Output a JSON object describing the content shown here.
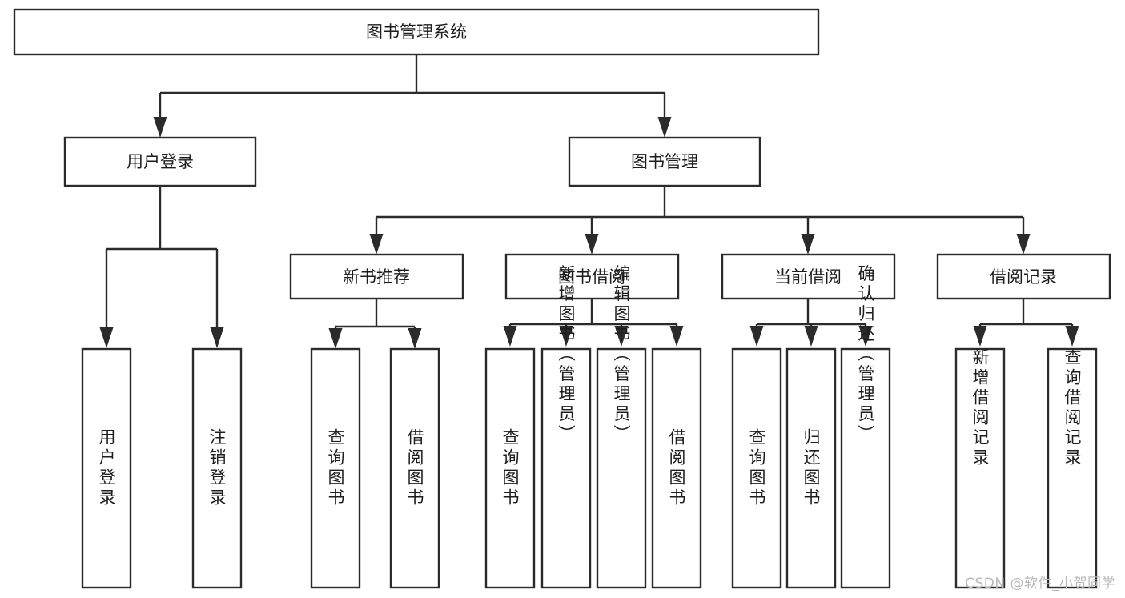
{
  "diagram": {
    "type": "tree-hierarchy-chart",
    "title": "图书管理系统",
    "watermark": "CSDN @软件_小贺同学",
    "colors": {
      "box_stroke": "#2b2b2b",
      "box_fill": "#ffffff",
      "text": "#1d1d1d",
      "connector": "#2b2b2b",
      "watermark": "#b9b9b9",
      "background": "#ffffff"
    },
    "levels": [
      {
        "level": 1,
        "nodes": [
          {
            "id": "root",
            "label": "图书管理系统",
            "orientation": "horizontal"
          }
        ]
      },
      {
        "level": 2,
        "nodes": [
          {
            "id": "login",
            "label": "用户登录",
            "orientation": "horizontal",
            "parent": "root"
          },
          {
            "id": "bookmgmt",
            "label": "图书管理",
            "orientation": "horizontal",
            "parent": "root"
          }
        ]
      },
      {
        "level": 3,
        "nodes": [
          {
            "id": "newbook",
            "label": "新书推荐",
            "orientation": "horizontal",
            "parent": "bookmgmt"
          },
          {
            "id": "borrow",
            "label": "图书借阅",
            "orientation": "horizontal",
            "parent": "bookmgmt"
          },
          {
            "id": "current",
            "label": "当前借阅",
            "orientation": "horizontal",
            "parent": "bookmgmt"
          },
          {
            "id": "record",
            "label": "借阅记录",
            "orientation": "horizontal",
            "parent": "bookmgmt"
          }
        ]
      },
      {
        "level": 4,
        "nodes": [
          {
            "id": "leaf-1",
            "label": "用户登录",
            "orientation": "vertical",
            "parent": "login"
          },
          {
            "id": "leaf-2",
            "label": "注销登录",
            "orientation": "vertical",
            "parent": "login"
          },
          {
            "id": "leaf-3",
            "label": "查询图书",
            "orientation": "vertical",
            "parent": "newbook"
          },
          {
            "id": "leaf-4",
            "label": "借阅图书",
            "orientation": "vertical",
            "parent": "newbook"
          },
          {
            "id": "leaf-5",
            "label": "查询图书",
            "orientation": "vertical",
            "parent": "borrow"
          },
          {
            "id": "leaf-6",
            "label": "新增图书（管理员）",
            "orientation": "vertical",
            "parent": "borrow"
          },
          {
            "id": "leaf-7",
            "label": "编辑图书（管理员）",
            "orientation": "vertical",
            "parent": "borrow"
          },
          {
            "id": "leaf-8",
            "label": "借阅图书",
            "orientation": "vertical",
            "parent": "borrow"
          },
          {
            "id": "leaf-9",
            "label": "查询图书",
            "orientation": "vertical",
            "parent": "current"
          },
          {
            "id": "leaf-10",
            "label": "归还图书",
            "orientation": "vertical",
            "parent": "current"
          },
          {
            "id": "leaf-11",
            "label": "确认归还（管理员）",
            "orientation": "vertical",
            "parent": "current"
          },
          {
            "id": "leaf-12",
            "label": "新增借阅记录",
            "orientation": "vertical",
            "parent": "record"
          },
          {
            "id": "leaf-13",
            "label": "查询借阅记录",
            "orientation": "vertical",
            "parent": "record"
          }
        ]
      }
    ]
  }
}
